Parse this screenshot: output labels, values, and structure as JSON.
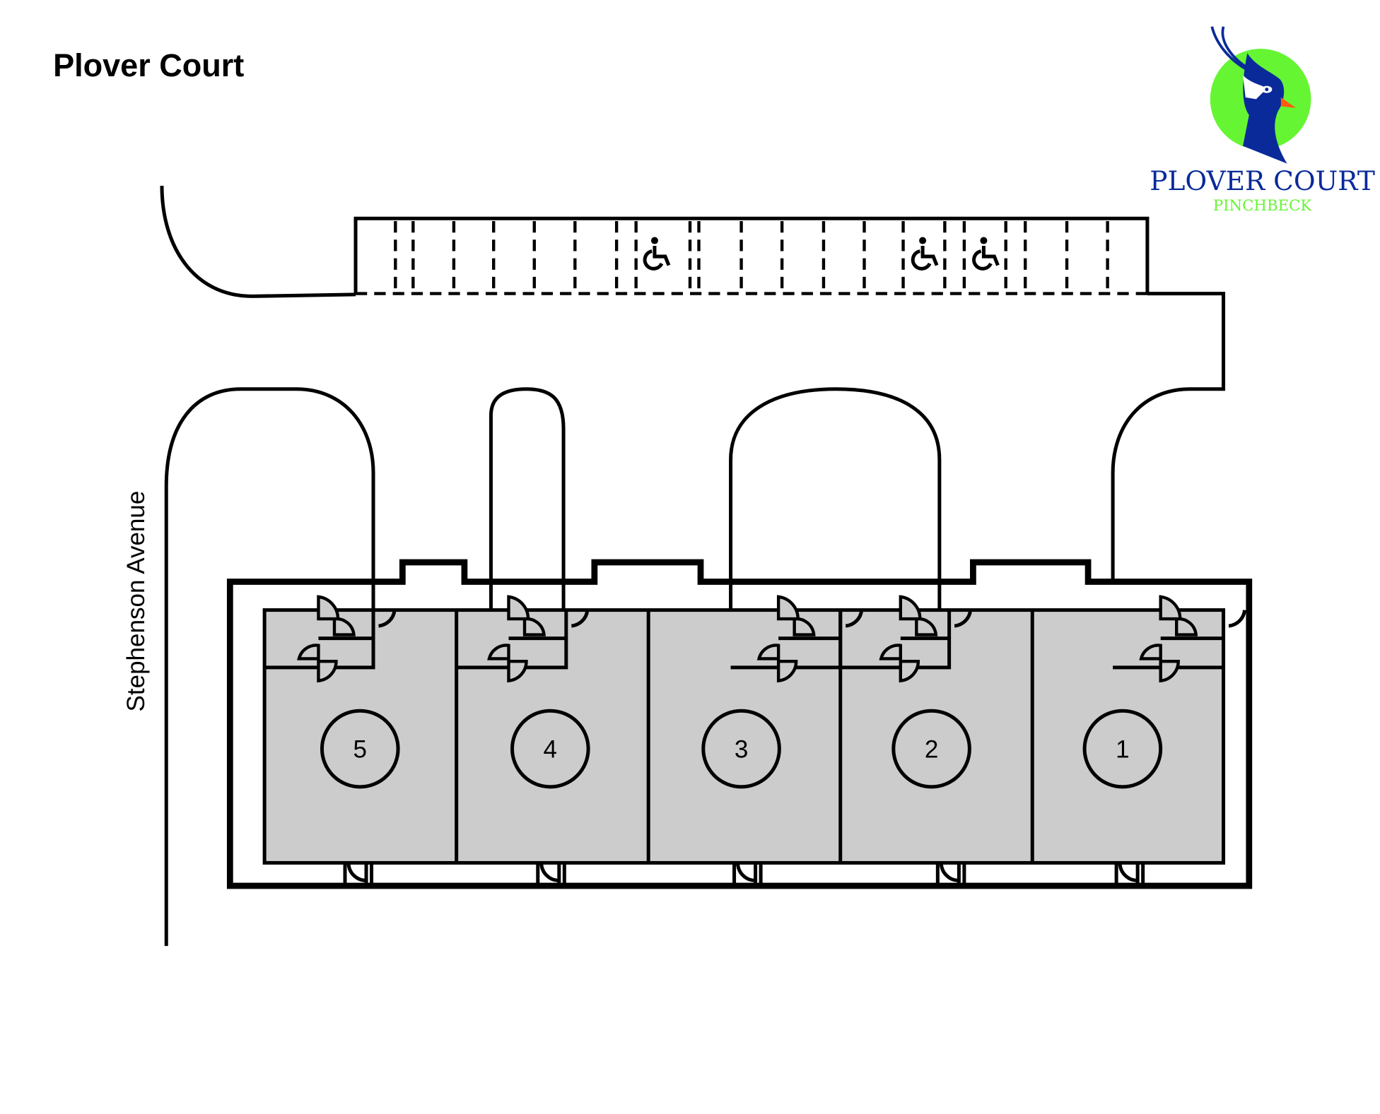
{
  "title": "Plover Court",
  "logo": {
    "name": "PLOVER COURT",
    "subtitle": "PINCHBECK",
    "colors": {
      "blue": "#0a2a9a",
      "green": "#66f533",
      "beak": "#ff5a10"
    }
  },
  "street": "Stephenson Avenue",
  "units": [
    {
      "label": "5"
    },
    {
      "label": "4"
    },
    {
      "label": "3"
    },
    {
      "label": "2"
    },
    {
      "label": "1"
    }
  ],
  "parking": {
    "accessible_icon": "wheelchair-icon"
  },
  "colors": {
    "unit_fill": "#cccccc"
  }
}
